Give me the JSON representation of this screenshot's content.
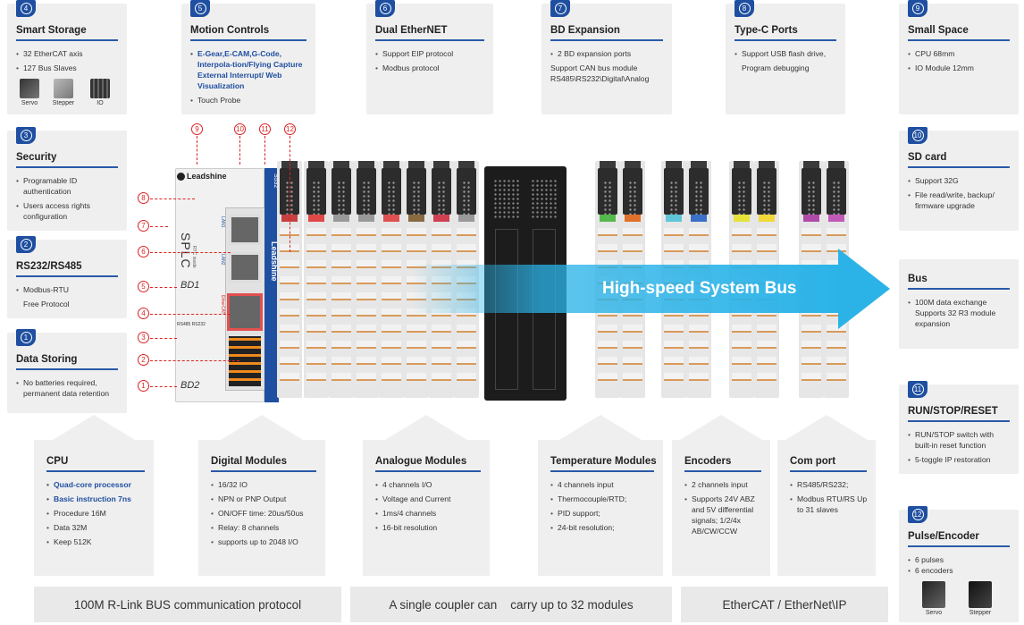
{
  "top_cards": [
    {
      "num": "4",
      "title": "Smart Storage",
      "items": [
        "32 EtherCAT axis",
        "127 Bus Slaves"
      ]
    },
    {
      "num": "5",
      "title": "Motion Controls",
      "items": [
        "E-Gear,E-CAM,G-Code, Interpola-tion/Flying Capture External Interrupt/ Web Visualization",
        "Touch Probe"
      ]
    },
    {
      "num": "6",
      "title": "Dual EtherNET",
      "items": [
        "Support EIP protocol",
        "Modbus protocol"
      ]
    },
    {
      "num": "7",
      "title": "BD Expansion",
      "items": [
        "2 BD expansion ports",
        "Support CAN bus module",
        "RS485\\RS232\\Digital\\Analog"
      ]
    },
    {
      "num": "8",
      "title": "Type-C Ports",
      "items": [
        "Support USB flash drive,",
        "Program debugging"
      ]
    },
    {
      "num": "9",
      "title": "Small Space",
      "items": [
        "CPU 68mm",
        "IO Module 12mm"
      ]
    }
  ],
  "storage_icons": [
    "Servo",
    "Stepper",
    "IO"
  ],
  "left_cards": [
    {
      "num": "3",
      "title": "Security",
      "items": [
        "Programable ID authentication",
        "Users access rights configuration"
      ]
    },
    {
      "num": "2",
      "title": "RS232/RS485",
      "items": [
        "Modbus-RTU",
        "Free Protocol"
      ]
    },
    {
      "num": "1",
      "title": "Data Storing",
      "items": [
        "No batteries required, permanent data retention"
      ]
    }
  ],
  "right_cards": [
    {
      "num": "10",
      "title": "SD card",
      "items": [
        "Support 32G",
        "File read/write, backup/ firmware upgrade"
      ]
    },
    {
      "title": "Bus",
      "items": [
        "100M data exchange",
        "Supports 32 R3 module expansion"
      ]
    },
    {
      "num": "11",
      "title": "RUN/STOP/RESET",
      "items": [
        "RUN/STOP switch with built-in reset function",
        "5-toggle IP restoration"
      ]
    },
    {
      "num": "12",
      "title": "Pulse/Encoder",
      "items": [
        "6 pulses",
        "6 encoders"
      ]
    }
  ],
  "pulse_icons": [
    "Servo",
    "Stepper"
  ],
  "bottom_cards": [
    {
      "title": "CPU",
      "items": [
        "Quad-core processor",
        "Basic instruction 7ns",
        "Procedure 16M",
        "Data 32M",
        "Keep 512K"
      ]
    },
    {
      "title": "Digital Modules",
      "items": [
        "16/32 IO",
        "NPN or PNP Output",
        "ON/OFF time: 20us/50us",
        "Relay: 8 channels",
        "supports up to 2048 I/O"
      ]
    },
    {
      "title": "Analogue Modules",
      "items": [
        "4 channels I/O",
        "Voltage and Current",
        "1ms/4 channels",
        "16-bit resolution"
      ]
    },
    {
      "title": "Temperature Modules",
      "items": [
        "4 channels input",
        "Thermocouple/RTD;",
        "PID support;",
        "24-bit resolution;"
      ]
    },
    {
      "title": "Encoders",
      "items": [
        "2 channels input",
        "Supports 24V ABZ and 5V differential signals; 1/2/4x AB/CW/CCW"
      ]
    },
    {
      "title": "Com port",
      "items": [
        "RS485/RS232;",
        "Modbus RTU/RS Up to 31 slaves"
      ]
    }
  ],
  "strips": [
    "100M R-Link BUS communication protocol",
    "A single coupler can    carry up to 32 modules",
    "EtherCAT / EtherNet\\IP"
  ],
  "bus_label": "High-speed System Bus",
  "callouts_top": [
    "9",
    "10",
    "11",
    "12"
  ],
  "callouts_left": [
    "8",
    "7",
    "6",
    "5",
    "4",
    "3",
    "2",
    "1"
  ],
  "device": {
    "brand": "Leadshine",
    "model_side": "S532",
    "splc": "SPLC",
    "bd1": "BD1",
    "bd2": "BD2",
    "rs_header": "RS485 RS232",
    "lan1": "LAN1",
    "lan2": "LAN2",
    "ethercat": "EtherCAT",
    "rtc": "RTC inside"
  },
  "colors": {
    "accent": "#1f4fa0",
    "bus": "#2bb3e8",
    "callout": "#dd2222"
  }
}
